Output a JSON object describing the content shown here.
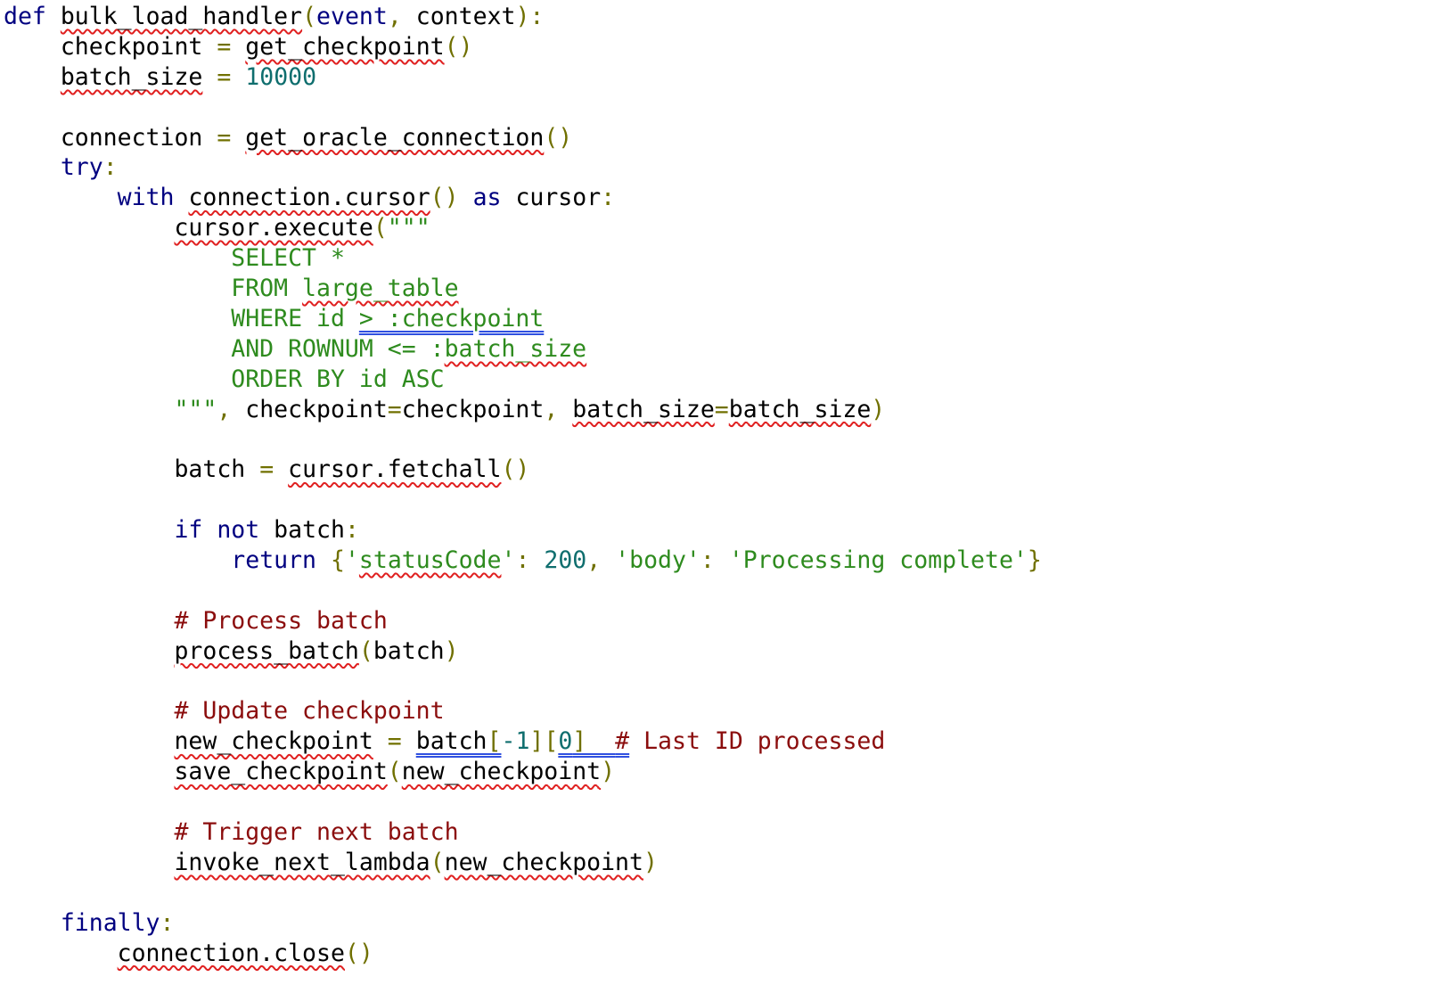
{
  "editor": {
    "colors": {
      "background": "#ffffff",
      "keyword": "#000080",
      "string": "#2e8b1e",
      "number": "#0f6e6e",
      "comment": "#8b0d0d",
      "punctuation": "#707000",
      "spell_underline": "#e02020",
      "grammar_underline": "#3050e0"
    },
    "lines": [
      [
        {
          "t": "def",
          "c": "kw"
        },
        {
          "t": " "
        },
        {
          "t": "bulk_load_handler",
          "u": "squiggle"
        },
        {
          "t": "(",
          "c": "pun"
        },
        {
          "t": "event",
          "c": "kw"
        },
        {
          "t": ", ",
          "c": "pun"
        },
        {
          "t": "context"
        },
        {
          "t": "):",
          "c": "pun"
        }
      ],
      [
        {
          "t": "    checkpoint "
        },
        {
          "t": "=",
          "c": "pun"
        },
        {
          "t": " "
        },
        {
          "t": "get_checkpoint",
          "u": "squiggle"
        },
        {
          "t": "()",
          "c": "pun"
        }
      ],
      [
        {
          "t": "    "
        },
        {
          "t": "batch_size",
          "u": "squiggle"
        },
        {
          "t": " "
        },
        {
          "t": "=",
          "c": "pun"
        },
        {
          "t": " "
        },
        {
          "t": "10000",
          "c": "num"
        }
      ],
      [],
      [
        {
          "t": "    connection "
        },
        {
          "t": "=",
          "c": "pun"
        },
        {
          "t": " "
        },
        {
          "t": "get_oracle_connection",
          "u": "squiggle"
        },
        {
          "t": "()",
          "c": "pun"
        }
      ],
      [
        {
          "t": "    "
        },
        {
          "t": "try",
          "c": "kw"
        },
        {
          "t": ":",
          "c": "pun"
        }
      ],
      [
        {
          "t": "        "
        },
        {
          "t": "with",
          "c": "kw"
        },
        {
          "t": " "
        },
        {
          "t": "connection.cursor",
          "u": "squiggle"
        },
        {
          "t": "()",
          "c": "pun"
        },
        {
          "t": " "
        },
        {
          "t": "as",
          "c": "kw"
        },
        {
          "t": " cursor"
        },
        {
          "t": ":",
          "c": "pun"
        }
      ],
      [
        {
          "t": "            "
        },
        {
          "t": "cursor.execute",
          "u": "squiggle"
        },
        {
          "t": "(",
          "c": "pun"
        },
        {
          "t": "\"\"\"",
          "c": "str"
        }
      ],
      [
        {
          "t": "                SELECT *",
          "c": "str"
        }
      ],
      [
        {
          "t": "                FROM ",
          "c": "str"
        },
        {
          "t": "large_table",
          "c": "str",
          "u": "squiggle"
        }
      ],
      [
        {
          "t": "                WHERE id ",
          "c": "str"
        },
        {
          "t": "> :checkpoint",
          "c": "str",
          "u": "dbl"
        }
      ],
      [
        {
          "t": "                AND ROWNUM <= :",
          "c": "str"
        },
        {
          "t": "batch_size",
          "c": "str",
          "u": "squiggle"
        }
      ],
      [
        {
          "t": "                ORDER BY id ASC",
          "c": "str"
        }
      ],
      [
        {
          "t": "            "
        },
        {
          "t": "\"\"\"",
          "c": "str"
        },
        {
          "t": ", ",
          "c": "pun"
        },
        {
          "t": "checkpoint"
        },
        {
          "t": "=",
          "c": "pun"
        },
        {
          "t": "checkpoint"
        },
        {
          "t": ", ",
          "c": "pun"
        },
        {
          "t": "batch_size",
          "u": "squiggle"
        },
        {
          "t": "=",
          "c": "pun"
        },
        {
          "t": "batch_size",
          "u": "squiggle"
        },
        {
          "t": ")",
          "c": "pun"
        }
      ],
      [],
      [
        {
          "t": "            batch "
        },
        {
          "t": "=",
          "c": "pun"
        },
        {
          "t": " "
        },
        {
          "t": "cursor.fetchall",
          "u": "squiggle"
        },
        {
          "t": "()",
          "c": "pun"
        }
      ],
      [],
      [
        {
          "t": "            "
        },
        {
          "t": "if",
          "c": "kw"
        },
        {
          "t": " "
        },
        {
          "t": "not",
          "c": "kw"
        },
        {
          "t": " batch"
        },
        {
          "t": ":",
          "c": "pun"
        }
      ],
      [
        {
          "t": "                "
        },
        {
          "t": "return",
          "c": "kw"
        },
        {
          "t": " "
        },
        {
          "t": "{",
          "c": "pun"
        },
        {
          "t": "'",
          "c": "str"
        },
        {
          "t": "statusCode",
          "c": "str",
          "u": "squiggle"
        },
        {
          "t": "'",
          "c": "str"
        },
        {
          "t": ": ",
          "c": "pun"
        },
        {
          "t": "200",
          "c": "num"
        },
        {
          "t": ", ",
          "c": "pun"
        },
        {
          "t": "'body'",
          "c": "str"
        },
        {
          "t": ": ",
          "c": "pun"
        },
        {
          "t": "'Processing complete'",
          "c": "str"
        },
        {
          "t": "}",
          "c": "pun"
        }
      ],
      [],
      [
        {
          "t": "            "
        },
        {
          "t": "# Process batch",
          "c": "cmt"
        }
      ],
      [
        {
          "t": "            "
        },
        {
          "t": "process_batch",
          "u": "squiggle"
        },
        {
          "t": "(",
          "c": "pun"
        },
        {
          "t": "batch"
        },
        {
          "t": ")",
          "c": "pun"
        }
      ],
      [],
      [
        {
          "t": "            "
        },
        {
          "t": "# Update checkpoint",
          "c": "cmt"
        }
      ],
      [
        {
          "t": "            "
        },
        {
          "t": "new_checkpoint",
          "u": "squiggle"
        },
        {
          "t": " "
        },
        {
          "t": "=",
          "c": "pun"
        },
        {
          "t": " "
        },
        {
          "t": "batch",
          "u": "dbl"
        },
        {
          "t": "[",
          "c": "pun",
          "u": "dbl"
        },
        {
          "t": "-1",
          "c": "num"
        },
        {
          "t": "][",
          "c": "pun"
        },
        {
          "t": "0",
          "c": "num",
          "u": "dbl"
        },
        {
          "t": "]  ",
          "c": "pun",
          "u": "dbl"
        },
        {
          "t": "#",
          "c": "cmt",
          "u": "dbl"
        },
        {
          "t": " Last ID processed",
          "c": "cmt"
        }
      ],
      [
        {
          "t": "            "
        },
        {
          "t": "save_checkpoint",
          "u": "squiggle"
        },
        {
          "t": "(",
          "c": "pun"
        },
        {
          "t": "new_checkpoint",
          "u": "squiggle"
        },
        {
          "t": ")",
          "c": "pun"
        }
      ],
      [],
      [
        {
          "t": "            "
        },
        {
          "t": "# Trigger next batch",
          "c": "cmt"
        }
      ],
      [
        {
          "t": "            "
        },
        {
          "t": "invoke_next_lambda",
          "u": "squiggle"
        },
        {
          "t": "(",
          "c": "pun"
        },
        {
          "t": "new_checkpoint",
          "u": "squiggle"
        },
        {
          "t": ")",
          "c": "pun"
        }
      ],
      [],
      [
        {
          "t": "    "
        },
        {
          "t": "finally",
          "c": "kw"
        },
        {
          "t": ":",
          "c": "pun"
        }
      ],
      [
        {
          "t": "        "
        },
        {
          "t": "connection.close",
          "u": "squiggle"
        },
        {
          "t": "()",
          "c": "pun"
        }
      ]
    ]
  }
}
